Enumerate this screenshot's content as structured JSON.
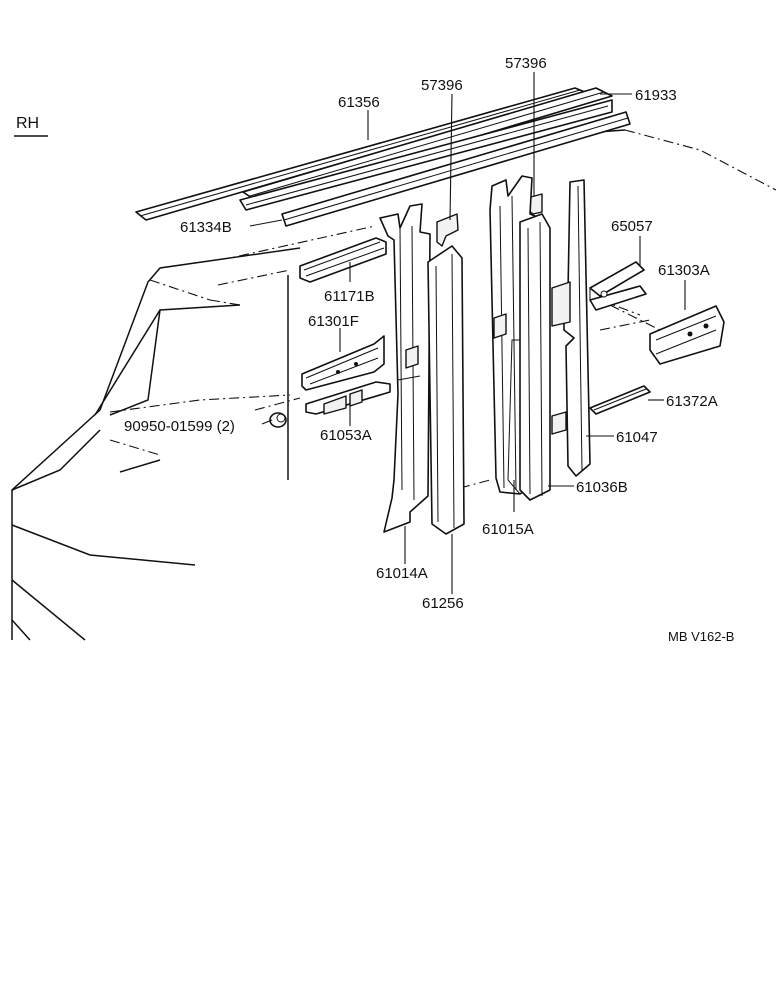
{
  "side_label": "RH",
  "drawing_code": "MB V162-B",
  "parts": {
    "p61356": "61356",
    "p57396_left": "57396",
    "p57396_right": "57396",
    "p61933": "61933",
    "p61334b": "61334B",
    "p65057": "65057",
    "p61171b": "61171B",
    "p61303a": "61303A",
    "p61301f": "61301F",
    "p90950": "90950-01599 (2)",
    "p61372a": "61372A",
    "p61053a": "61053A",
    "p61047": "61047",
    "p61036b": "61036B",
    "p61015a": "61015A",
    "p61014a": "61014A",
    "p61256": "61256"
  }
}
